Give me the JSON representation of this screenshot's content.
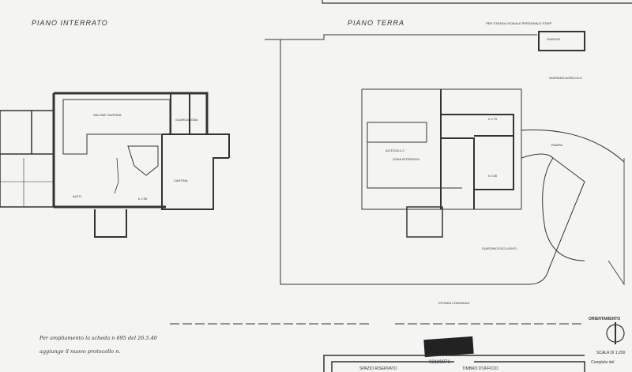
{
  "sheet": {
    "left_plan": {
      "title": "PIANO INTERRATO",
      "rooms": [
        "SALONE TAVERNA",
        "GUARDAROBA",
        "CANTINA",
        "AUTO",
        "h 2.55"
      ]
    },
    "right_plan": {
      "title": "PIANO TERRA",
      "top_note": "PER STRADA VICINALE PERSONALE STAFF",
      "rooms": [
        "ALTEZZA 4.2",
        "ZONA INTERRATA",
        "h 2.70",
        "h 2.60",
        "GIARDINO AGRICOLO",
        "RAMPA",
        "GIARDINO ESCLUSIVO",
        "STRADA COMUNALE",
        "GARAGE"
      ]
    },
    "note_line1": "Per ampliamento la scheda n 695 del 26.5.40",
    "note_line2": "aggiunge il nuovo protocollo n.",
    "stamp_code": "02189371",
    "orientation": "ORIENTAMENTO",
    "scale": "SCALA DI 1:200",
    "footer": [
      "SPAZIO RISERVATO",
      "TIMBRO D'UFFICIO",
      "Completo del"
    ]
  },
  "colors": {
    "paper": "#f4f4f2",
    "ink": "#333333"
  }
}
